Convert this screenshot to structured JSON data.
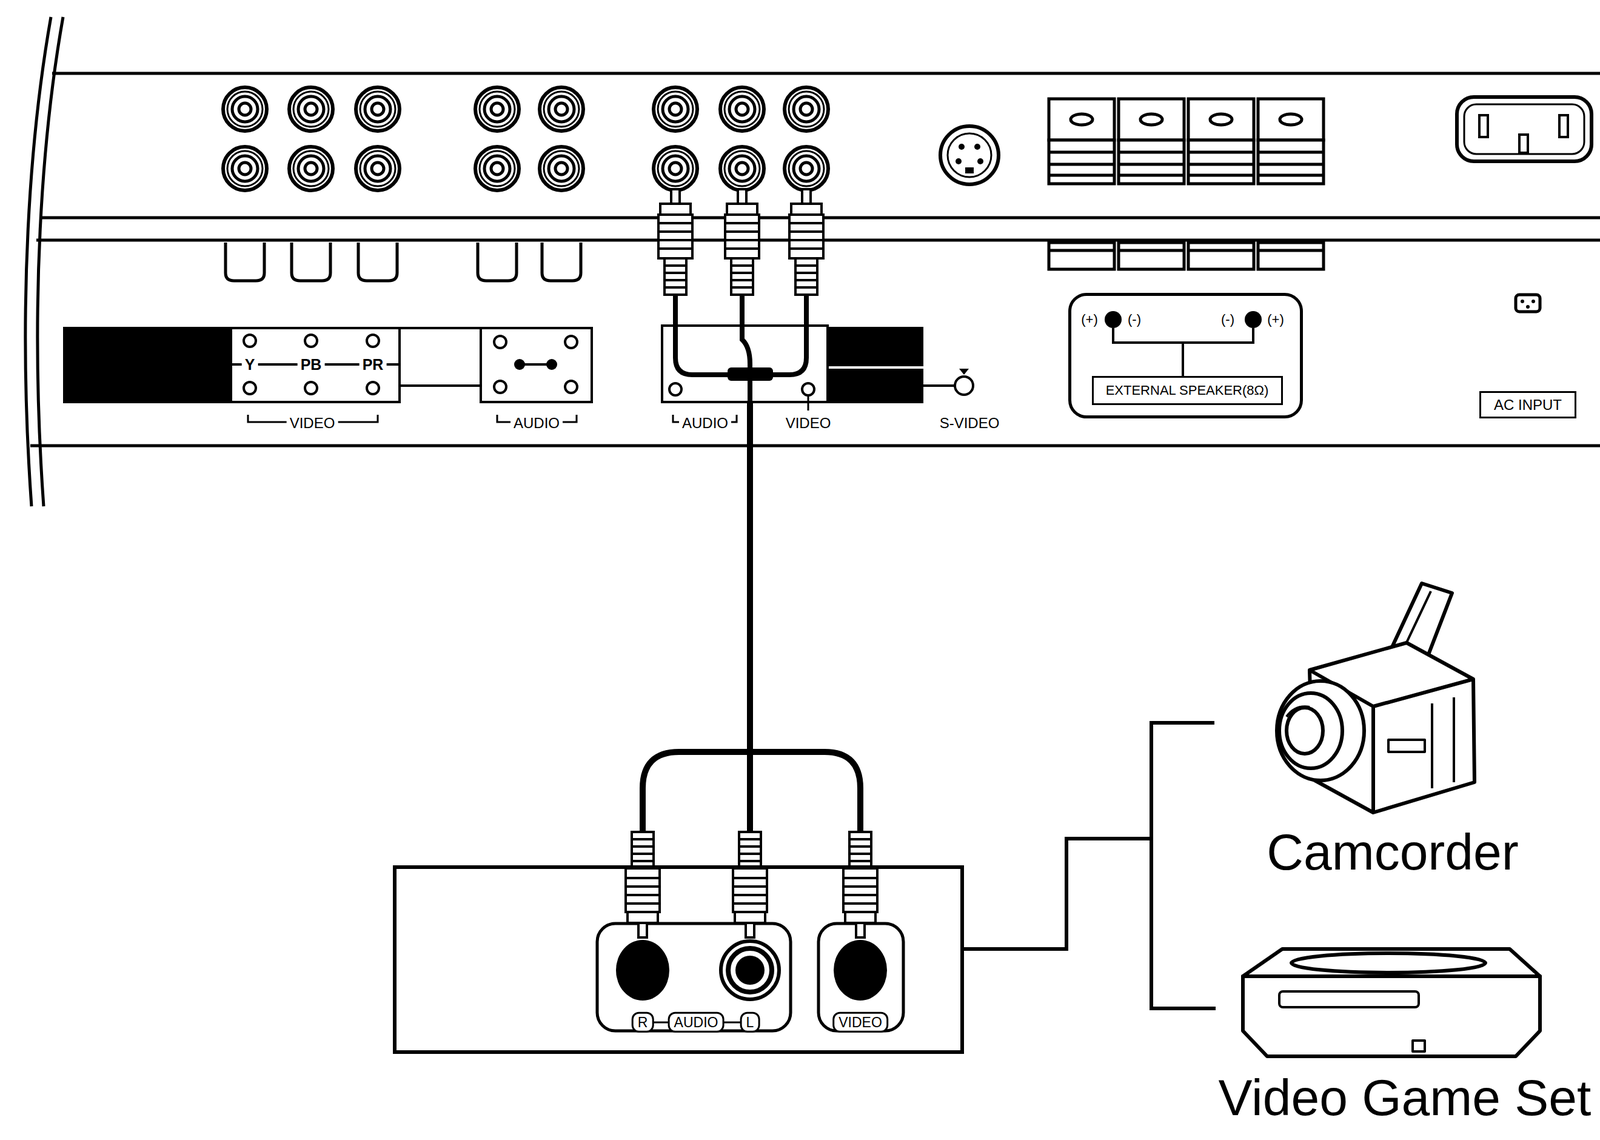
{
  "diagram": {
    "nodes": [
      {
        "text": [
          "Y",
          "PB",
          "PR",
          "VIDEO"
        ]
      },
      {
        "text": [
          "AUDIO"
        ]
      },
      {
        "text": [
          "AUDIO",
          "VIDEO"
        ]
      },
      {
        "text": [
          "(+)",
          "(-)",
          "(-)",
          "(+)"
        ]
      },
      {
        "text": [
          "EXTERNAL SPEAKER(8Ω)"
        ],
        "in": 3
      },
      {
        "text": [
          "AC INPUT"
        ]
      },
      {
        "text": [
          "R",
          "AUDIO",
          "L",
          "VIDEO"
        ]
      },
      {
        "text": [
          "Camcorder"
        ]
      },
      {
        "text": [
          "Video Game Set"
        ]
      }
    ],
    "edges": [
      {
        "from": 6,
        "to": 2,
        "arrow": "none"
      },
      {
        "from": 6,
        "to": 7,
        "arrow": "none"
      },
      {
        "from": 6,
        "to": 8,
        "arrow": "none"
      }
    ],
    "labels": [
      "S-VIDEO"
    ]
  }
}
